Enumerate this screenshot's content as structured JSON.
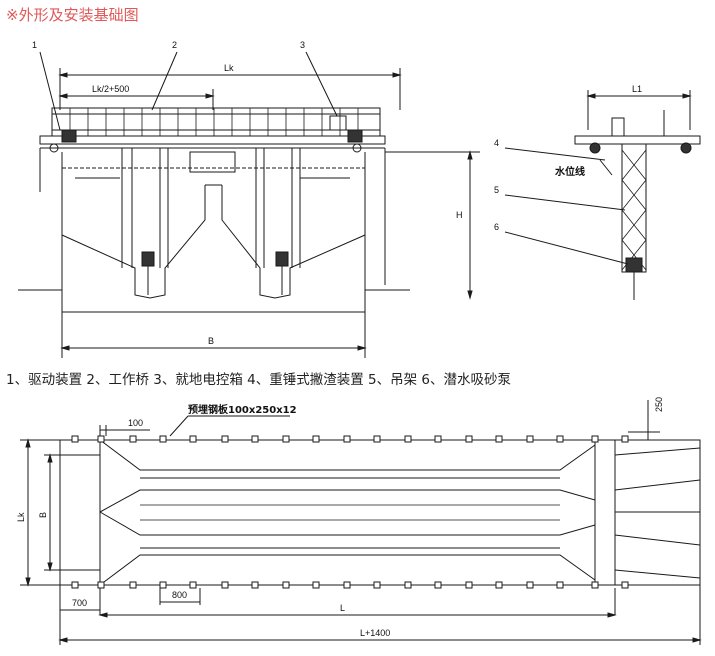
{
  "title": "※外形及安装基础图",
  "legend": "1、驱动装置  2、工作桥  3、就地电控箱  4、重锤式撇渣装置  5、吊架  6、潜水吸砂泵",
  "callouts": {
    "n1": "1",
    "n2": "2",
    "n3": "3",
    "n4": "4",
    "n5": "5",
    "n6": "6"
  },
  "dimensions": {
    "lk": "Lk",
    "lk_half": "Lk/2+500",
    "h": "H",
    "b": "B",
    "l1": "L1",
    "water_line": "水位线",
    "plate_100": "100",
    "embedded_plate": "预埋钢板100x250x12",
    "d250": "250",
    "lk_side": "Lk",
    "b_side": "B",
    "d700": "700",
    "d800": "800",
    "l": "L",
    "l1400": "L+1400"
  },
  "colors": {
    "title": "#e05858",
    "line": "#1a1a1a"
  }
}
